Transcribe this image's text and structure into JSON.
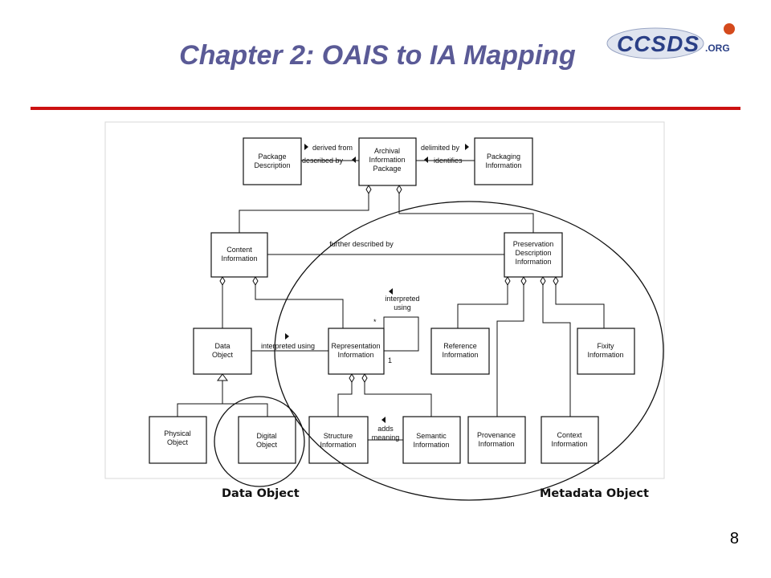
{
  "slide": {
    "title": "Chapter 2: OAIS to IA Mapping",
    "page_number": "8",
    "accent_color": "#cc1111",
    "title_color": "#5a5a96"
  },
  "logo": {
    "text": "CCSDS",
    "suffix": ".ORG",
    "primary_color": "#2a3f86",
    "dot_color": "#d44a1c"
  },
  "diagram": {
    "boxes": {
      "package_description": [
        "Package",
        "Description"
      ],
      "archival_information_package": [
        "Archival",
        "Information",
        "Package"
      ],
      "packaging_information": [
        "Packaging",
        "Information"
      ],
      "content_information": [
        "Content",
        "Information"
      ],
      "preservation_description_information": [
        "Preservation",
        "Description",
        "Information"
      ],
      "data_object": [
        "Data",
        "Object"
      ],
      "representation_information": [
        "Representation",
        "Information"
      ],
      "reference_information": [
        "Reference",
        "Information"
      ],
      "fixity_information": [
        "Fixity",
        "Information"
      ],
      "physical_object": [
        "Physical",
        "Object"
      ],
      "digital_object": [
        "Digital",
        "Object"
      ],
      "structure_information": [
        "Structure",
        "Information"
      ],
      "semantic_information": [
        "Semantic",
        "Information"
      ],
      "provenance_information": [
        "Provenance",
        "Information"
      ],
      "context_information": [
        "Context",
        "Information"
      ]
    },
    "labels": {
      "derived_from": "derived from",
      "described_by": "described by",
      "delimited_by": "delimited by",
      "identifies": "identifies",
      "further_described_by": "further described by",
      "interpreted_using_self": [
        "interpreted",
        "using"
      ],
      "interpreted_using": "interpreted using",
      "adds_meaning": [
        "adds",
        "meaning"
      ],
      "mult_star": "*",
      "mult_one": "1"
    },
    "captions": {
      "data_object": "Data Object",
      "metadata_object": "Metadata Object"
    }
  }
}
